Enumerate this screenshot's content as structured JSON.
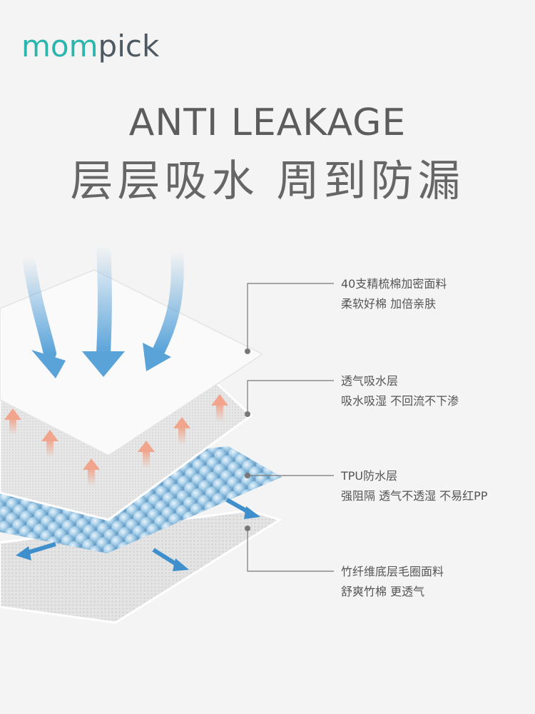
{
  "brand": {
    "logo_left": "mom",
    "logo_right": "pick",
    "teal": "#2bb5ad",
    "slate": "#4e5a62"
  },
  "headline": "ANTI LEAKAGE",
  "subheadline": "层层吸水 周到防漏",
  "layers": [
    {
      "line1": "40支精梳棉加密面料",
      "line2": "柔软好棉 加倍亲肤"
    },
    {
      "line1": "透气吸水层",
      "line2": "吸水吸湿 不回流不下渗"
    },
    {
      "line1": "TPU防水层",
      "line2": "强阻隔 透气不透湿 不易红PP"
    },
    {
      "line1": "竹纤维底层毛圈面料",
      "line2": "舒爽竹棉 更透气"
    }
  ],
  "colors": {
    "arrow_blue": "#5aa3d9",
    "arrow_peach": "#f0a58c",
    "bead_blue": "#8fc0e0",
    "text_gray": "#555555"
  }
}
